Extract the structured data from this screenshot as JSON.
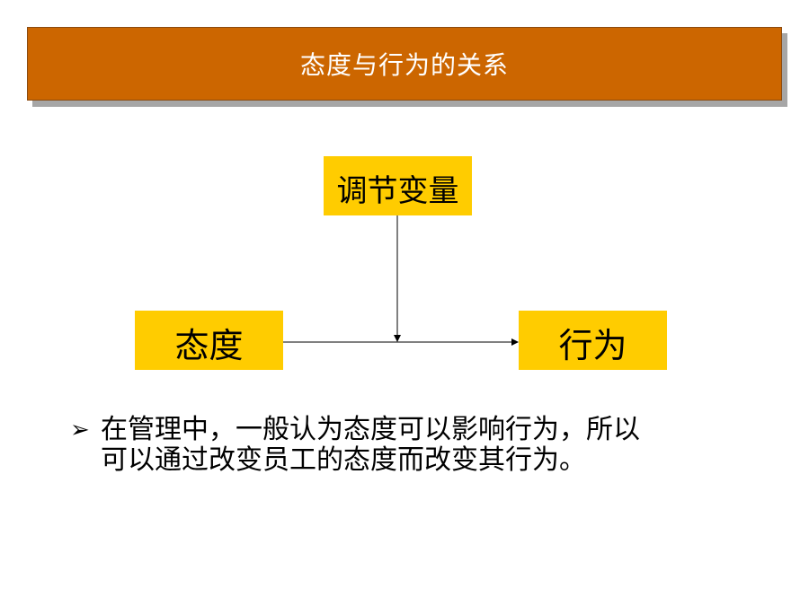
{
  "title": "态度与行为的关系",
  "colors": {
    "title_bar": "#cc6600",
    "title_text": "#ffffff",
    "box_fill": "#ffcc00",
    "text": "#000000"
  },
  "diagram": {
    "moderator": "调节变量",
    "attitude": "态度",
    "behavior": "行为"
  },
  "bullet": {
    "marker_icon": "arrowhead-bullet-icon",
    "marker": "➢",
    "line1": "在管理中，一般认为态度可以影响行为，所以",
    "line2": "可以通过改变员工的态度而改变其行为。"
  }
}
